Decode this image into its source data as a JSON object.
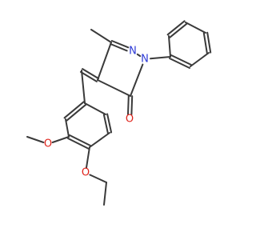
{
  "molecule": {
    "atoms": {
      "n_imine": {
        "label": "N",
        "color": "#2e3bd6"
      },
      "n_phenyl": {
        "label": "N",
        "color": "#2e3bd6"
      },
      "o_carbonyl": {
        "label": "O",
        "color": "#e0231b"
      },
      "o_methoxy": {
        "label": "O",
        "color": "#e0231b"
      },
      "o_ethoxy": {
        "label": "O",
        "color": "#e0231b"
      }
    },
    "bond_color": "#3a3a3a"
  }
}
